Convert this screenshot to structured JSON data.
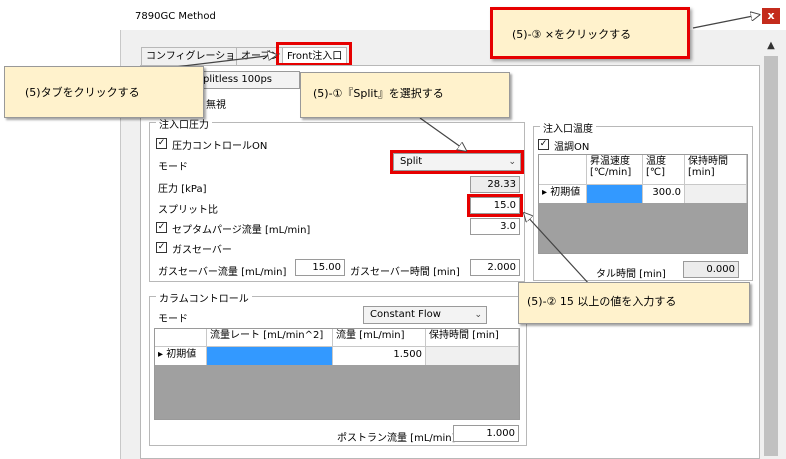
{
  "window": {
    "title": "7890GC Method",
    "close_label": "x"
  },
  "tabs": [
    {
      "label": "コンフィグレーション"
    },
    {
      "label": "オーブン"
    },
    {
      "label": "Front注入口"
    }
  ],
  "top": {
    "mode_value": "plitless 100ps",
    "ignore_label": "無視"
  },
  "inlet_pressure": {
    "title": "注入口圧力",
    "pressure_control_label": "圧力コントロールON",
    "mode_label": "モード",
    "mode_value": "Split",
    "pressure_label": "圧力 [kPa]",
    "pressure_value": "28.33",
    "split_ratio_label": "スプリット比",
    "split_ratio_value": "15.0",
    "septum_purge_label": "セプタムパージ流量 [mL/min]",
    "septum_purge_value": "3.0",
    "gas_saver_label": "ガスセーバー",
    "gas_saver_flow_label": "ガスセーバー流量 [mL/min]",
    "gas_saver_flow_value": "15.00",
    "gas_saver_time_label": "ガスセーバー時間 [min]",
    "gas_saver_time_value": "2.000"
  },
  "inlet_temp": {
    "title": "注入口温度",
    "heater_on_label": "温調ON",
    "headers": [
      "昇温速度 [℃/min]",
      "温度 [℃]",
      "保持時間 [min]"
    ],
    "row_label": "初期値",
    "row_temp": "300.0",
    "total_label": "タル時間 [min]",
    "total_value": "0.000"
  },
  "column": {
    "title": "カラムコントロール",
    "mode_label": "モード",
    "mode_value": "Constant Flow",
    "headers": [
      "流量レート [mL/min^2]",
      "流量 [mL/min]",
      "保持時間 [min]"
    ],
    "row_label": "初期値",
    "row_flow": "1.500",
    "postrun_label": "ポストラン流量 [mL/min]",
    "postrun_value": "1.000"
  },
  "annotations": {
    "close": "(5)-③ ×をクリックする",
    "tab": "(5)タブをクリックする",
    "split": "(5)-①『Split』を選択する",
    "ratio": "(5)-② 15 以上の値を入力する"
  },
  "colors": {
    "highlight": "#e60000",
    "annotation_bg": "#fff2cc",
    "selected_cell": "#3399ff",
    "close": "#c42b1c"
  }
}
